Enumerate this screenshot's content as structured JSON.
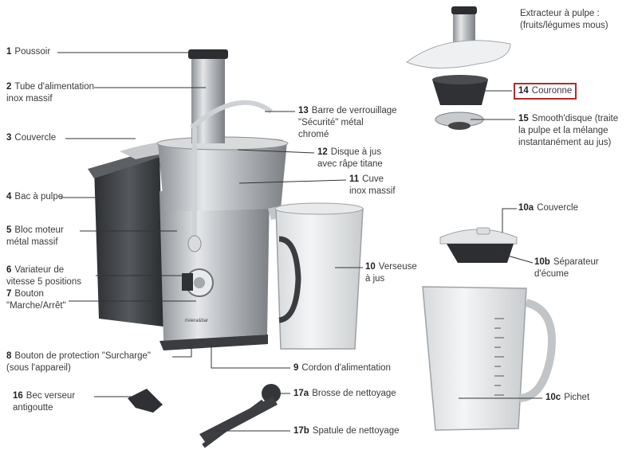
{
  "labels": [
    {
      "num": "1",
      "text": "Poussoir"
    },
    {
      "num": "2",
      "text": "Tube d'alimentation\ninox massif"
    },
    {
      "num": "3",
      "text": "Couvercle"
    },
    {
      "num": "4",
      "text": "Bac à pulpe"
    },
    {
      "num": "5",
      "text": "Bloc moteur\nmétal massif"
    },
    {
      "num": "6",
      "text": "Variateur de\nvitesse 5 positions"
    },
    {
      "num": "7",
      "text": "Bouton\n\"Marche/Arrêt\""
    },
    {
      "num": "8",
      "text": "Bouton de protection \"Surcharge\"\n(sous l'appareil)"
    },
    {
      "num": "9",
      "text": "Cordon d'alimentation"
    },
    {
      "num": "10",
      "text": "Verseuse\nà jus"
    },
    {
      "num": "10a",
      "text": "Couvercle"
    },
    {
      "num": "10b",
      "text": "Séparateur\nd'écume"
    },
    {
      "num": "10c",
      "text": "Pichet"
    },
    {
      "num": "11",
      "text": "Cuve\ninox massif"
    },
    {
      "num": "12",
      "text": "Disque à jus\navec râpe titane"
    },
    {
      "num": "13",
      "text": "Barre de verrouillage\n\"Sécurité\" métal\nchromé"
    },
    {
      "num": "14",
      "text": "Couronne"
    },
    {
      "num": "15",
      "text": "Smooth'disque (traite\nla pulpe et la mélange\ninstantanément au jus)"
    },
    {
      "num": "16",
      "text": "Bec verseur\nantigoutte"
    },
    {
      "num": "17a",
      "text": "Brosse de nettoyage"
    },
    {
      "num": "17b",
      "text": "Spatule de nettoyage"
    }
  ],
  "extractor_title": "Extracteur à pulpe :\n(fruits/légumes mous)",
  "brand_mark": "riviera&bar",
  "colors": {
    "highlight": "#b52a2a",
    "steel": "#b9bcbf",
    "dark": "#3b3d40"
  }
}
